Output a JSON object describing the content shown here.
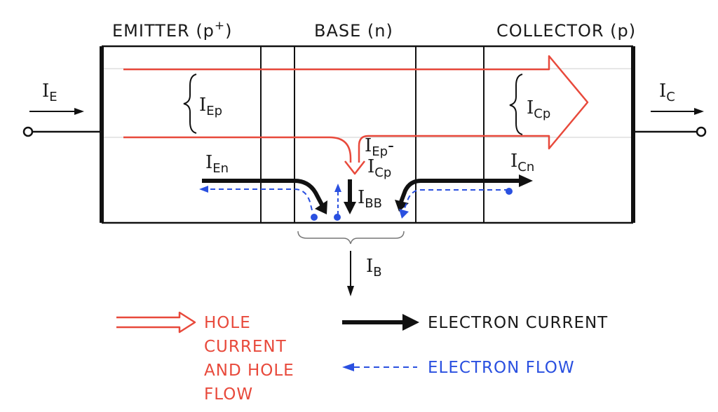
{
  "regions": {
    "emitter": "EMITTER (p",
    "emitter_sup": "+",
    "emitter_close": ")",
    "base": "BASE (n)",
    "collector": "COLLECTOR (p)"
  },
  "currents": {
    "ie": {
      "main": "I",
      "sub": "E"
    },
    "ic": {
      "main": "I",
      "sub": "C"
    },
    "iep": {
      "main": "I",
      "sub": "Ep"
    },
    "icp": {
      "main": "I",
      "sub": "Cp"
    },
    "ien": {
      "main": "I",
      "sub": "En"
    },
    "icn": {
      "main": "I",
      "sub": "Cn"
    },
    "ibb": {
      "main": "I",
      "sub": "BB"
    },
    "ib": {
      "main": "I",
      "sub": "B"
    },
    "iep_minus": {
      "main": "I",
      "sub": "Ep",
      "minus": "-"
    },
    "icp_2": {
      "main": "I",
      "sub": "Cp"
    }
  },
  "legend": {
    "hole_lines": [
      "HOLE",
      "CURRENT",
      "AND HOLE",
      "FLOW"
    ],
    "electron_current": "ELECTRON CURRENT",
    "electron_flow": "ELECTRON FLOW"
  },
  "colors": {
    "hole": "#e8493b",
    "electron_current": "#111111",
    "electron_flow": "#2a50e0"
  }
}
